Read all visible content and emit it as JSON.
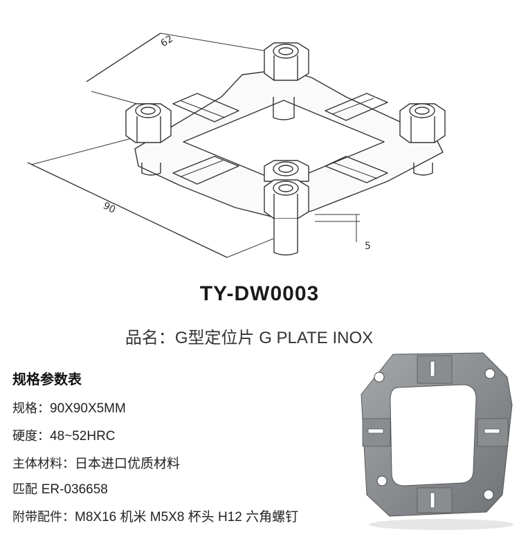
{
  "product_code": "TY-DW0003",
  "product_name": {
    "label": "品名：",
    "value": "G型定位片  G PLATE INOX"
  },
  "spec_table": {
    "title": "规格参数表",
    "rows": [
      {
        "label": "规格：",
        "value": "90X90X5MM"
      },
      {
        "label": "硬度：",
        "value": "48~52HRC"
      },
      {
        "label": "主体材料：",
        "value": "日本进口优质材料"
      },
      {
        "label": "匹配 ",
        "value": "ER-036658"
      },
      {
        "label": "附带配件：",
        "value": "M8X16 机米  M5X8 杯头  H12 六角螺钉"
      }
    ]
  },
  "drawing": {
    "dimensions": [
      "62",
      "90",
      "5"
    ]
  },
  "colors": {
    "text": "#222222",
    "line": "#333333",
    "plate": "#8e9093"
  }
}
